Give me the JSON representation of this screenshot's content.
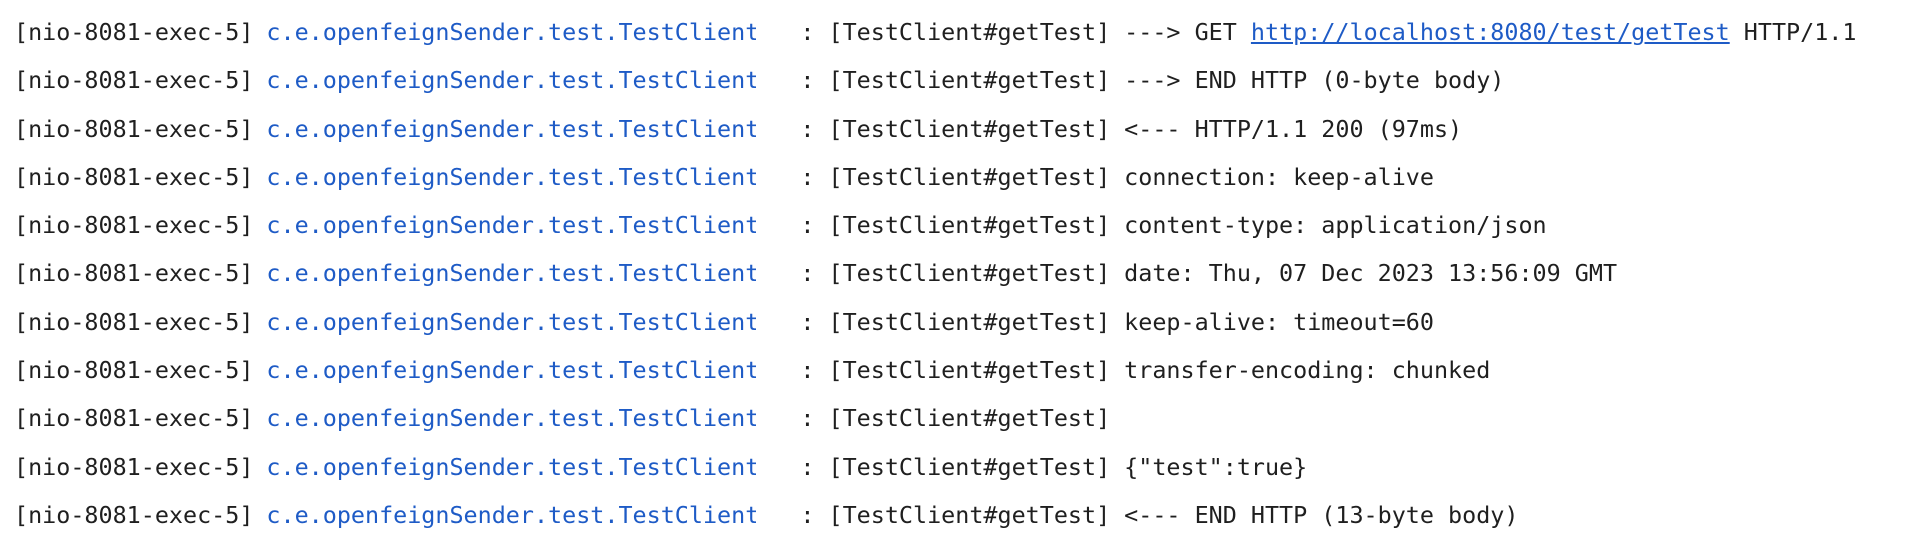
{
  "colors": {
    "logger": "#1e5bc6",
    "link": "#1e5bc6",
    "text": "#1f1f1f",
    "background": "#ffffff"
  },
  "lines": [
    {
      "thread": "[nio-8081-exec-5]",
      "logger": "c.e.openfeignSender.test.TestClient",
      "sep": ":",
      "ctx": "[TestClient#getTest]",
      "msg_pre": "---> GET ",
      "url": "http://localhost:8080/test/getTest",
      "msg_post": " HTTP/1.1"
    },
    {
      "thread": "[nio-8081-exec-5]",
      "logger": "c.e.openfeignSender.test.TestClient",
      "sep": ":",
      "ctx": "[TestClient#getTest]",
      "msg": "---> END HTTP (0-byte body)"
    },
    {
      "thread": "[nio-8081-exec-5]",
      "logger": "c.e.openfeignSender.test.TestClient",
      "sep": ":",
      "ctx": "[TestClient#getTest]",
      "msg": "<--- HTTP/1.1 200 (97ms)"
    },
    {
      "thread": "[nio-8081-exec-5]",
      "logger": "c.e.openfeignSender.test.TestClient",
      "sep": ":",
      "ctx": "[TestClient#getTest]",
      "msg": "connection: keep-alive"
    },
    {
      "thread": "[nio-8081-exec-5]",
      "logger": "c.e.openfeignSender.test.TestClient",
      "sep": ":",
      "ctx": "[TestClient#getTest]",
      "msg": "content-type: application/json"
    },
    {
      "thread": "[nio-8081-exec-5]",
      "logger": "c.e.openfeignSender.test.TestClient",
      "sep": ":",
      "ctx": "[TestClient#getTest]",
      "msg": "date: Thu, 07 Dec 2023 13:56:09 GMT"
    },
    {
      "thread": "[nio-8081-exec-5]",
      "logger": "c.e.openfeignSender.test.TestClient",
      "sep": ":",
      "ctx": "[TestClient#getTest]",
      "msg": "keep-alive: timeout=60"
    },
    {
      "thread": "[nio-8081-exec-5]",
      "logger": "c.e.openfeignSender.test.TestClient",
      "sep": ":",
      "ctx": "[TestClient#getTest]",
      "msg": "transfer-encoding: chunked"
    },
    {
      "thread": "[nio-8081-exec-5]",
      "logger": "c.e.openfeignSender.test.TestClient",
      "sep": ":",
      "ctx": "[TestClient#getTest]",
      "msg": ""
    },
    {
      "thread": "[nio-8081-exec-5]",
      "logger": "c.e.openfeignSender.test.TestClient",
      "sep": ":",
      "ctx": "[TestClient#getTest]",
      "msg": "{\"test\":true}"
    },
    {
      "thread": "[nio-8081-exec-5]",
      "logger": "c.e.openfeignSender.test.TestClient",
      "sep": ":",
      "ctx": "[TestClient#getTest]",
      "msg": "<--- END HTTP (13-byte body)"
    }
  ]
}
